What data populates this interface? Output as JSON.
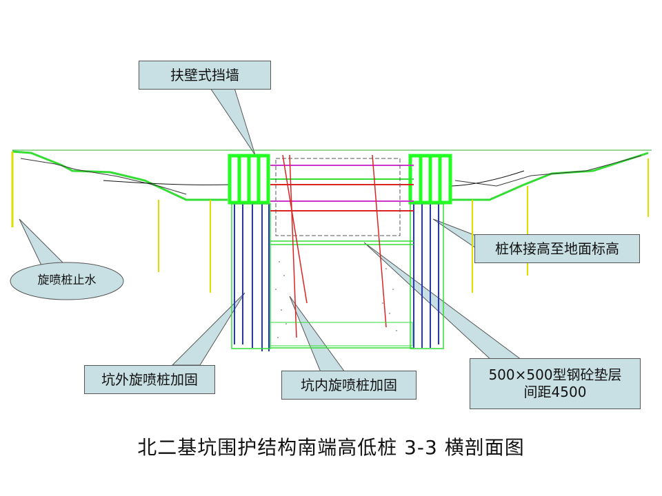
{
  "callouts": {
    "buttress_wall": "扶壁式挡墙",
    "pile_extend": "桩体接高至地面标高",
    "jet_pile_water": "旋喷桩止水",
    "outside_jet_pile": "坑外旋喷桩加固",
    "inside_jet_pile": "坑内旋喷桩加固",
    "cushion": "500×500型钢砼垫层\n间距4500"
  },
  "title": "北二基坑围护结构南端高低桩 3-3 横剖面图",
  "colors": {
    "callout_fill": "#c8e0e4",
    "structure_green": "#33dd33",
    "bright_green": "#22ff22",
    "pile_blue": "#2233cc",
    "support_red": "#dd2222",
    "support_magenta": "#cc33cc",
    "yellow_line": "#dddd00"
  }
}
